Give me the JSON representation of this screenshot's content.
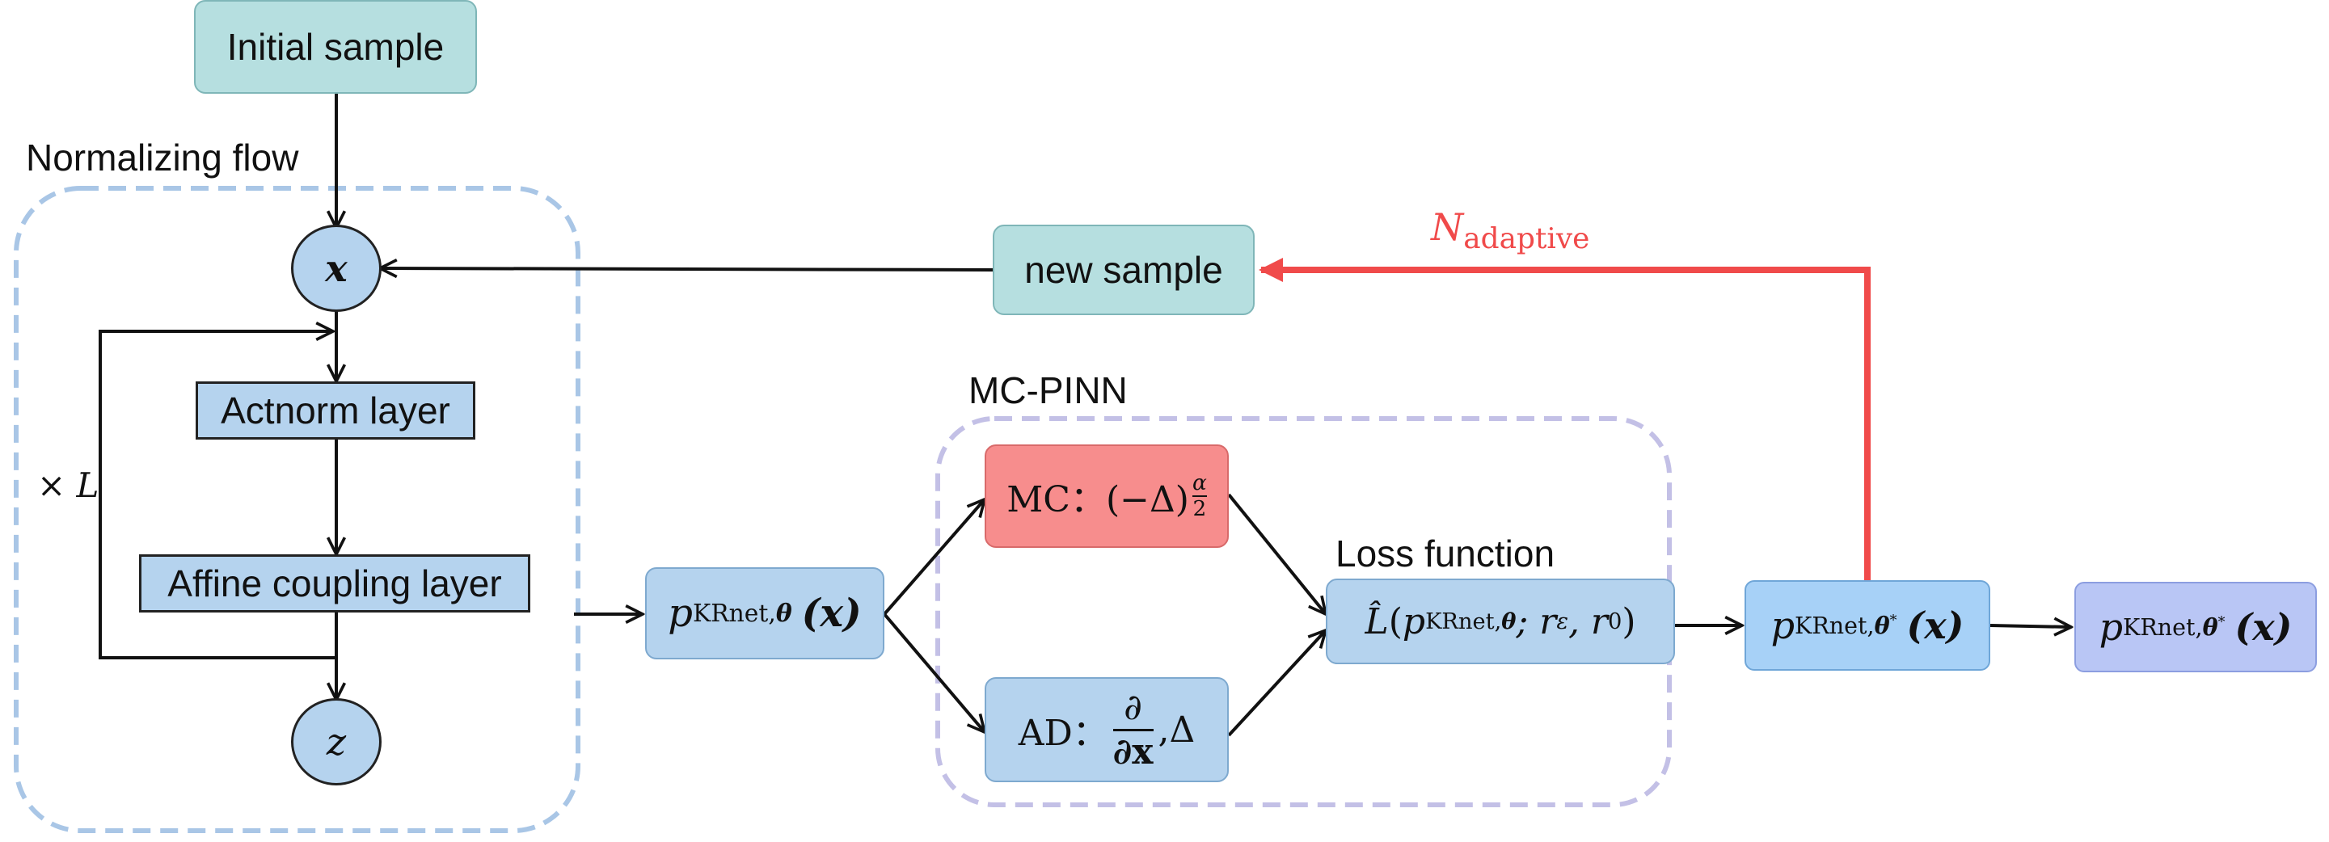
{
  "nodes": {
    "initial_sample": "Initial sample",
    "new_sample": "new sample",
    "actnorm": "Actnorm layer",
    "affine": "Affine coupling layer",
    "x_circle": "x",
    "z_circle": "z",
    "p_theta": {
      "p": "p",
      "sub": "KRnet,",
      "sub_bold": "θ",
      "arg": "(x)"
    },
    "mc": {
      "prefix": "MC：(−Δ)",
      "num": "α",
      "den": "2"
    },
    "ad": {
      "prefix": "AD：",
      "num": "∂",
      "den": "∂x",
      "suffix": ",Δ"
    },
    "loss": {
      "hat_l": "L̂",
      "open": "(",
      "p": "p",
      "sub": "KRnet,",
      "sub_bold": "θ",
      "rest": "; r",
      "r_eps": "ε",
      "comma": ", r",
      "r0": "0",
      "close": ")"
    },
    "p_theta_star": {
      "p": "p",
      "sub": "KRnet,",
      "sub_bold": "θ",
      "sup": "*",
      "arg": "(x)"
    },
    "p_theta_star_final": {
      "p": "p",
      "sub": "KRnet,",
      "sub_bold": "θ",
      "sup": "*",
      "arg": "(x)"
    }
  },
  "labels": {
    "normalizing_flow": "Normalizing flow",
    "mc_pinn": "MC-PINN",
    "loss_function": "Loss function",
    "times_l": "× L",
    "n_adaptive": {
      "n": "N",
      "sub": "adaptive"
    }
  },
  "colors": {
    "teal_box": "#b6dfe0",
    "blue_box": "#b5d3ee",
    "red_box": "#f78d8d",
    "lavender_box": "#b9c6f5",
    "feedback_arrow": "#f04a4a",
    "dashed_flow": "#a9c6e6",
    "dashed_pinn": "#c3c0e6"
  }
}
